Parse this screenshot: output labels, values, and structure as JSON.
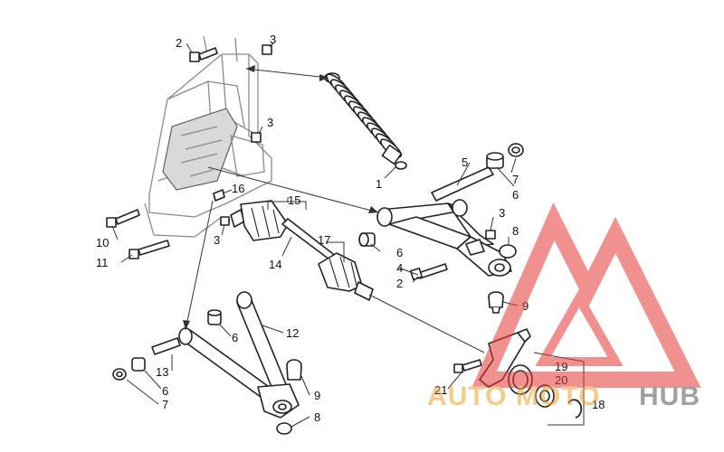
{
  "callouts": {
    "c1": "1",
    "c2a": "2",
    "c2b": "2",
    "c3a": "3",
    "c3b": "3",
    "c3c": "3",
    "c3d": "3",
    "c4": "4",
    "c5": "5",
    "c6a": "6",
    "c6b": "6",
    "c6c": "6",
    "c6d": "6",
    "c7a": "7",
    "c7b": "7",
    "c8a": "8",
    "c8b": "8",
    "c9a": "9",
    "c9b": "9",
    "c10": "10",
    "c11": "11",
    "c12": "12",
    "c13": "13",
    "c14": "14",
    "c15": "15",
    "c16": "16",
    "c17": "17",
    "c18": "18",
    "c19": "19",
    "c20": "20",
    "c21": "21"
  },
  "watermark": {
    "text_auto": "AUTO",
    "text_moto": "MOTO",
    "text_hub": "HUB",
    "colors": {
      "red": "#e53935",
      "orange": "#f0a030",
      "gray": "#555555"
    }
  }
}
